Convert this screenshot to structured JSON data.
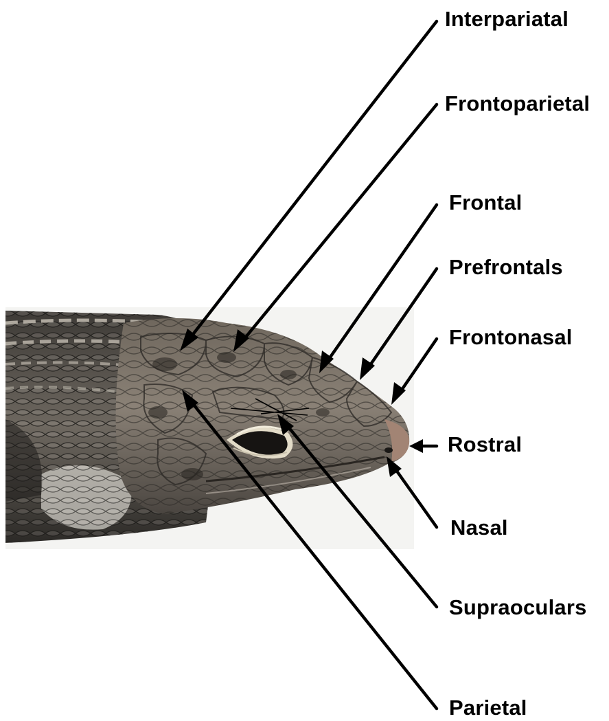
{
  "labels": {
    "interpariatal": "Interpariatal",
    "frontoparietal": "Frontoparietal",
    "frontal": "Frontal",
    "prefrontals": "Prefrontals",
    "frontonasal": "Frontonasal",
    "rostral": "Rostral",
    "nasal": "Nasal",
    "supraoculars": "Supraoculars",
    "parietal": "Parietal"
  },
  "colors": {
    "label_text": "#000000",
    "leader_line": "#000000",
    "background": "#ffffff",
    "photo_backdrop": "#f4f4f2"
  },
  "image": {
    "subject": "lizard-head-photo"
  }
}
